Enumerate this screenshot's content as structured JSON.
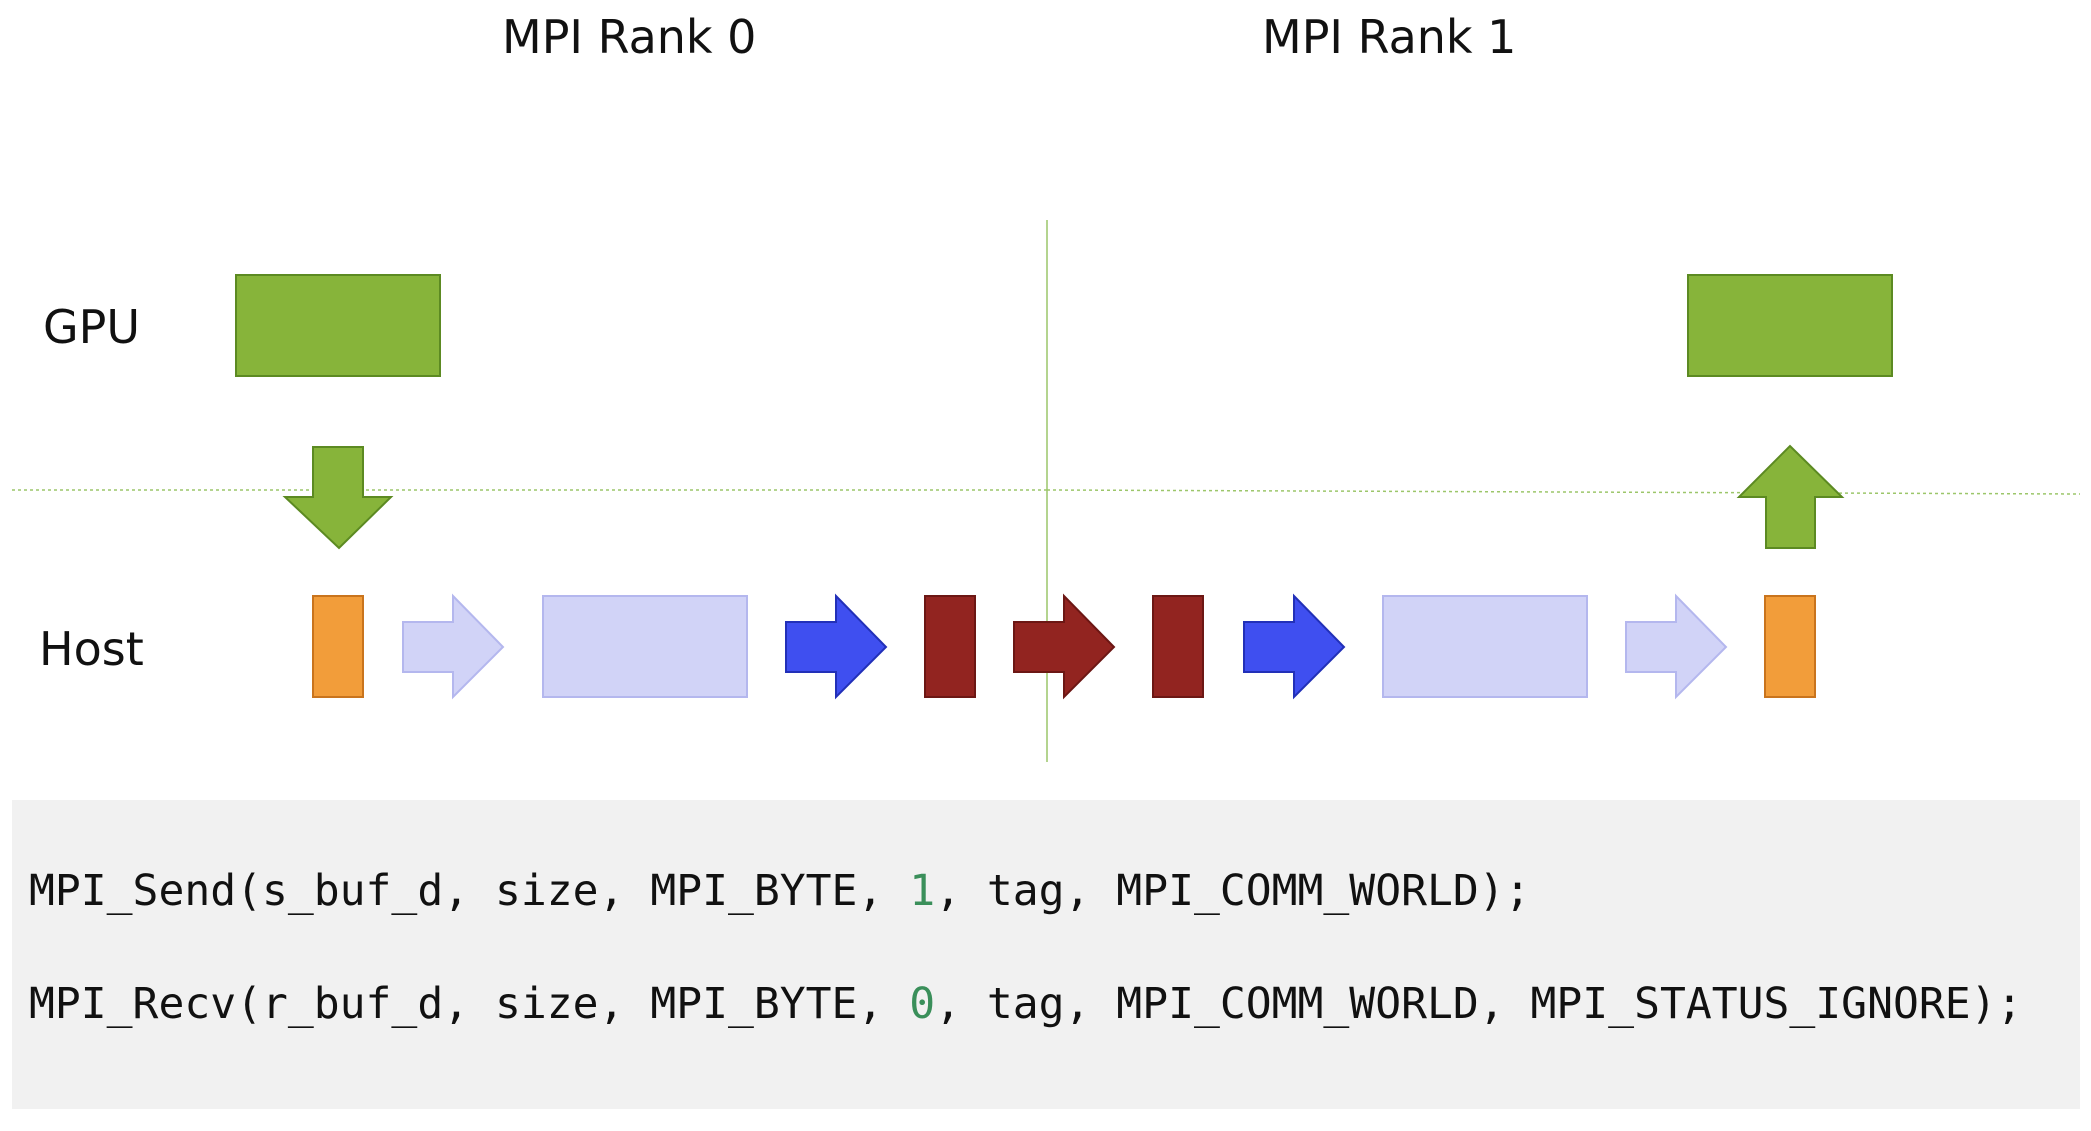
{
  "ranks": [
    "MPI Rank 0",
    "MPI Rank 1"
  ],
  "rows": {
    "gpu": "GPU",
    "host": "Host"
  },
  "colors": {
    "gpu_green": "#87b43a",
    "gpu_green_border": "#5c8a22",
    "staging_orange": "#f29d3a",
    "pinned_lavender": "#d1d3f7",
    "pinned_lavender_border": "#b4b7ee",
    "blue_arrow": "#3f4ff0",
    "dark_red": "#922420",
    "divider_green": "#9cc66a",
    "code_bg": "#f1f1f1",
    "code_number": "#3a8f5a"
  },
  "code": {
    "send": {
      "prefix": "MPI_Send(s_buf_d, size, MPI_BYTE, ",
      "rank": "1",
      "suffix": ", tag, MPI_COMM_WORLD);"
    },
    "recv": {
      "prefix": "MPI_Recv(r_buf_d, size, MPI_BYTE, ",
      "rank": "0",
      "suffix": ", tag, MPI_COMM_WORLD, MPI_STATUS_IGNORE);"
    }
  }
}
